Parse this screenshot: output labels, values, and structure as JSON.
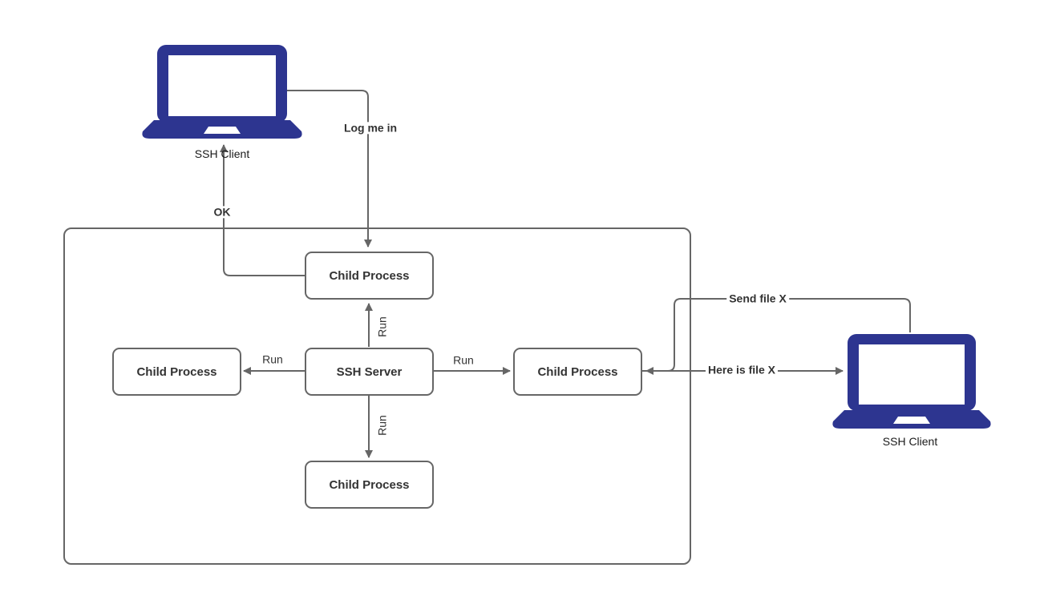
{
  "diagram": {
    "colors": {
      "background": "#ffffff",
      "line": "#666666",
      "box_border": "#666666",
      "box_text": "#333333",
      "laptop": "#2d3590"
    },
    "nodes": {
      "client_left": {
        "label": "SSH Client"
      },
      "client_right": {
        "label": "SSH Client"
      },
      "child_top": {
        "label": "Child Process"
      },
      "child_left": {
        "label": "Child Process"
      },
      "child_right": {
        "label": "Child Process"
      },
      "child_bottom": {
        "label": "Child Process"
      },
      "server": {
        "label": "SSH Server"
      }
    },
    "edges": {
      "log_me_in": {
        "label": "Log me in"
      },
      "ok": {
        "label": "OK"
      },
      "run_up": {
        "label": "Run"
      },
      "run_left": {
        "label": "Run"
      },
      "run_right": {
        "label": "Run"
      },
      "run_down": {
        "label": "Run"
      },
      "send_file": {
        "label": "Send file X"
      },
      "here_is_file": {
        "label": "Here is file X"
      }
    }
  }
}
